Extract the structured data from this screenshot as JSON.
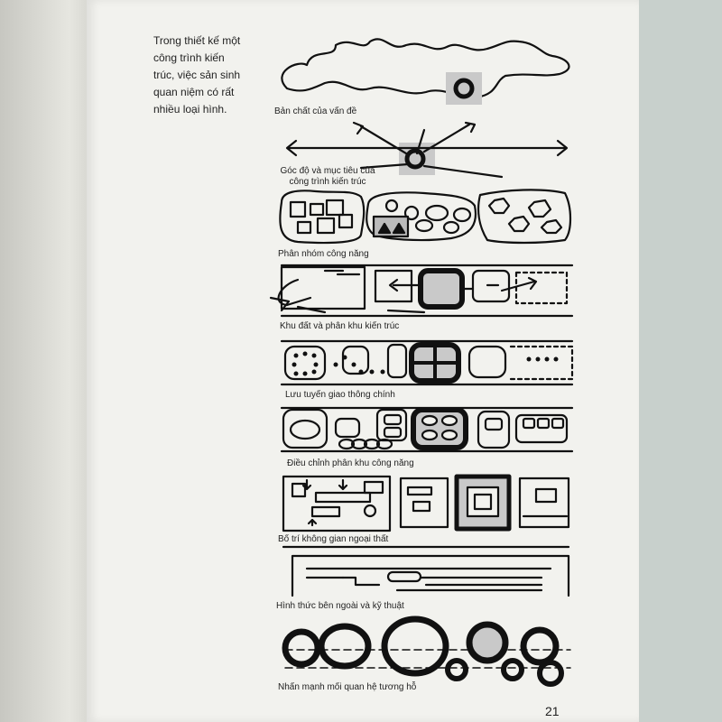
{
  "intro_text": [
    "Trong thiết kế một",
    "công trình kiến",
    "trúc, việc sản sinh",
    "quan niệm có rất",
    "nhiều loại hình."
  ],
  "captions": {
    "c1": "Bản chất của vấn đề",
    "c2a": "Góc độ và mục tiêu của",
    "c2b": "công trình kiến trúc",
    "c3": "Phân nhóm công năng",
    "c4": "Khu đất và phân khu kiến trúc",
    "c5": "Lưu tuyến giao thông chính",
    "c6": "Điều chỉnh phân khu công năng",
    "c7": "Bố trí không gian ngoại thất",
    "c8": "Hình thức bên ngoài và kỹ thuật",
    "c9": "Nhấn mạnh mối quan hệ tương hỗ"
  },
  "page_number": "21"
}
